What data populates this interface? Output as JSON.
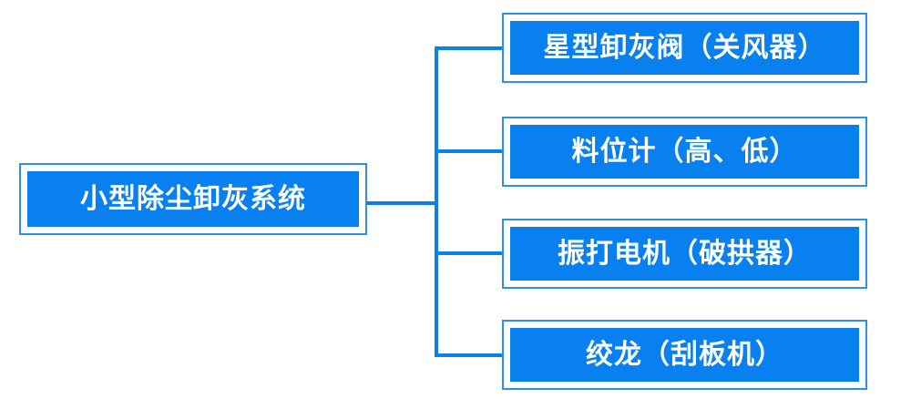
{
  "diagram": {
    "type": "tree",
    "orientation": "left-to-right",
    "colors": {
      "node_fill": "#0880f0",
      "node_border": "#2d90f0",
      "connector": "#0880f0",
      "label_text": "#ffffff",
      "background": "#ffffff"
    },
    "root": {
      "label": "小型除尘卸灰系统"
    },
    "children": [
      {
        "label": "星型卸灰阀（关风器）"
      },
      {
        "label": "料位计（高、低）"
      },
      {
        "label": "振打电机（破拱器）"
      },
      {
        "label": "绞龙（刮板机）"
      }
    ]
  }
}
